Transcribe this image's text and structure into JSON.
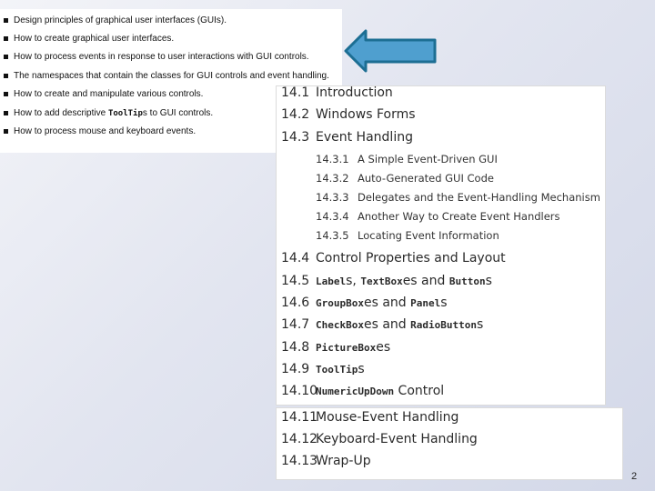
{
  "objectives": [
    {
      "parts": [
        {
          "t": "Design principles of graphical user interfaces (GUIs)."
        }
      ]
    },
    {
      "parts": [
        {
          "t": "How to create graphical user interfaces."
        }
      ]
    },
    {
      "parts": [
        {
          "t": "How to process events in response to user interactions with GUI controls."
        }
      ]
    },
    {
      "parts": [
        {
          "t": "The namespaces that contain the classes for GUI controls and event handling."
        }
      ]
    },
    {
      "parts": [
        {
          "t": "How to create and manipulate various controls."
        }
      ]
    },
    {
      "parts": [
        {
          "t": "How to add descriptive "
        },
        {
          "t": "ToolTip",
          "code": true
        },
        {
          "t": "s to GUI controls."
        }
      ]
    },
    {
      "parts": [
        {
          "t": "How to process mouse and keyboard events."
        }
      ]
    }
  ],
  "outline_main": [
    {
      "num": "14.1",
      "parts": [
        {
          "t": "Introduction"
        }
      ],
      "level": 1
    },
    {
      "num": "14.2",
      "parts": [
        {
          "t": "Windows Forms"
        }
      ],
      "level": 1
    },
    {
      "num": "14.3",
      "parts": [
        {
          "t": "Event Handling"
        }
      ],
      "level": 1
    },
    {
      "num": "14.3.1",
      "parts": [
        {
          "t": "A Simple Event-Driven GUI"
        }
      ],
      "level": 2
    },
    {
      "num": "14.3.2",
      "parts": [
        {
          "t": "Auto-Generated GUI Code"
        }
      ],
      "level": 2
    },
    {
      "num": "14.3.3",
      "parts": [
        {
          "t": "Delegates and the Event-Handling Mechanism"
        }
      ],
      "level": 2
    },
    {
      "num": "14.3.4",
      "parts": [
        {
          "t": "Another Way to Create Event Handlers"
        }
      ],
      "level": 2
    },
    {
      "num": "14.3.5",
      "parts": [
        {
          "t": "Locating Event Information"
        }
      ],
      "level": 2
    },
    {
      "num": "14.4",
      "parts": [
        {
          "t": "Control Properties and Layout"
        }
      ],
      "level": 1
    },
    {
      "num": "14.5",
      "parts": [
        {
          "t": "Label",
          "code": true
        },
        {
          "t": "s, "
        },
        {
          "t": "TextBox",
          "code": true
        },
        {
          "t": "es and "
        },
        {
          "t": "Button",
          "code": true
        },
        {
          "t": "s"
        }
      ],
      "level": 1
    },
    {
      "num": "14.6",
      "parts": [
        {
          "t": "GroupBox",
          "code": true
        },
        {
          "t": "es and "
        },
        {
          "t": "Panel",
          "code": true
        },
        {
          "t": "s"
        }
      ],
      "level": 1
    },
    {
      "num": "14.7",
      "parts": [
        {
          "t": "CheckBox",
          "code": true
        },
        {
          "t": "es and "
        },
        {
          "t": "RadioButton",
          "code": true
        },
        {
          "t": "s"
        }
      ],
      "level": 1
    },
    {
      "num": "14.8",
      "parts": [
        {
          "t": "PictureBox",
          "code": true
        },
        {
          "t": "es"
        }
      ],
      "level": 1
    },
    {
      "num": "14.9",
      "parts": [
        {
          "t": "ToolTip",
          "code": true
        },
        {
          "t": "s"
        }
      ],
      "level": 1
    },
    {
      "num": "14.10",
      "parts": [
        {
          "t": "NumericUpDown",
          "code": true
        },
        {
          "t": " Control"
        }
      ],
      "level": 1
    }
  ],
  "outline_extra": [
    {
      "num": "14.11",
      "parts": [
        {
          "t": "Mouse-Event Handling"
        }
      ],
      "level": 1
    },
    {
      "num": "14.12",
      "parts": [
        {
          "t": "Keyboard-Event Handling"
        }
      ],
      "level": 1
    },
    {
      "num": "14.13",
      "parts": [
        {
          "t": "Wrap-Up"
        }
      ],
      "level": 1
    }
  ],
  "arrow": {
    "icon": "left-arrow-icon",
    "fill": "#4f9fcf",
    "stroke": "#1c6e93"
  },
  "page_number": "2"
}
